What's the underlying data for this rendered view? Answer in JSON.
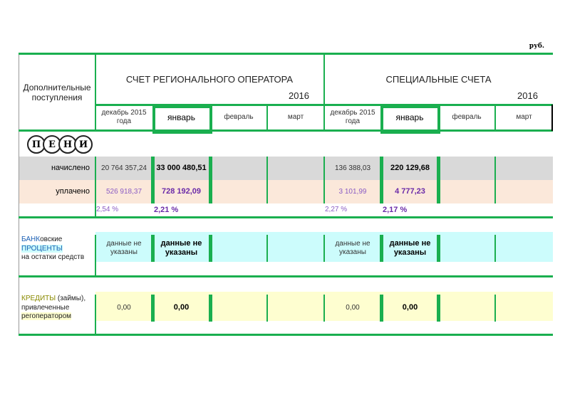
{
  "unit": "руб.",
  "header": {
    "row_label": "Дополнительные поступления",
    "regional": {
      "title": "СЧЕТ РЕГИОНАЛЬНОГО ОПЕРАТОРА",
      "year": "2016"
    },
    "special": {
      "title": "СПЕЦИАЛЬНЫЕ СЧЕТА",
      "year": "2016"
    },
    "months": [
      {
        "label": "декабрь 2015 года"
      },
      {
        "label": "январь"
      },
      {
        "label": "февраль"
      },
      {
        "label": "март"
      }
    ]
  },
  "peni": {
    "letters": [
      "П",
      "Е",
      "Н",
      "И"
    ],
    "accrued_label": "начислено",
    "paid_label": "уплачено",
    "regional": {
      "accrued": [
        "20 764 357,24",
        "33 000 480,51"
      ],
      "paid": [
        "526 918,37",
        "728 192,09"
      ],
      "pct": [
        "2,54 %",
        "2,21 %"
      ]
    },
    "special": {
      "accrued": [
        "136 388,03",
        "220 129,68"
      ],
      "paid": [
        "3 101,99",
        "4 777,23"
      ],
      "pct": [
        "2,27 %",
        "2,17 %"
      ]
    }
  },
  "bank": {
    "label_a": "БАНК",
    "label_b": "овские",
    "label_c": "ПРОЦЕНТЫ",
    "label_d": "на остатки средств",
    "dec": "данные не указаны",
    "jan": "данные не указаны"
  },
  "credits": {
    "label_a": "КРЕДИТЫ",
    "label_b": " (займы),",
    "label_c": "привлеченные",
    "label_d": "регоператором",
    "regional": [
      "0,00",
      "0,00"
    ],
    "special": [
      "0,00",
      "0,00"
    ]
  },
  "colors": {
    "green": "#1aaf4f",
    "gray": "#d9d9d9",
    "peach": "#fbe8da",
    "cyan": "#ccfcfc",
    "yellow": "#fefed0"
  }
}
